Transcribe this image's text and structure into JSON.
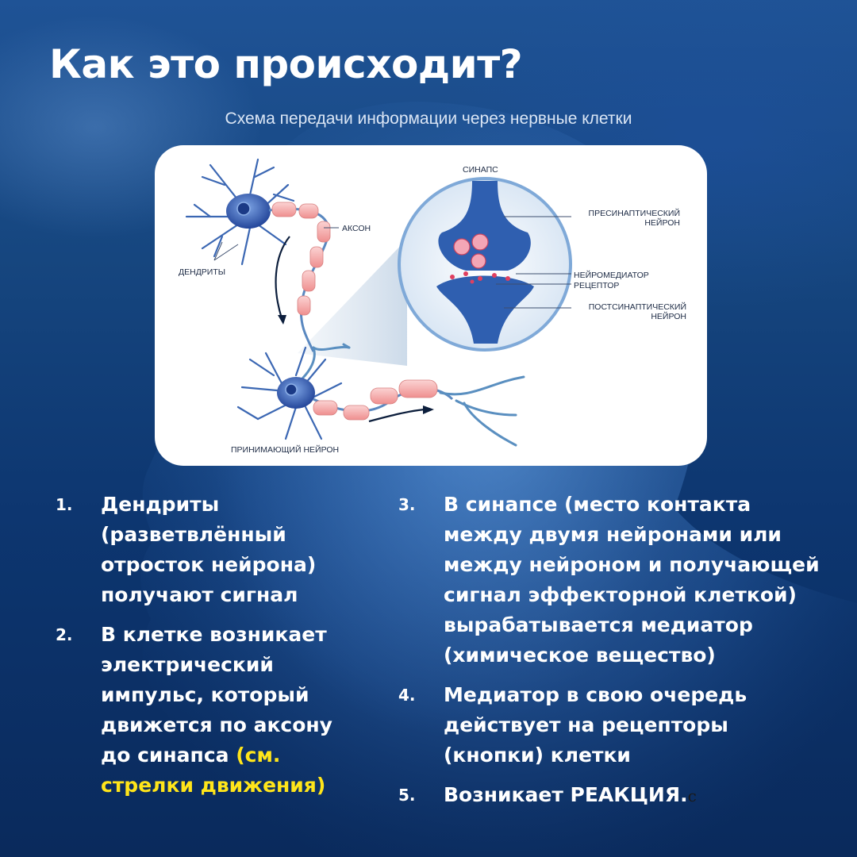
{
  "title": "Как это происходит?",
  "subtitle": "Схема передачи информации через нервные клетки",
  "diagram": {
    "labels": {
      "synapse": "СИНАПС",
      "axon": "АКСОН",
      "dendrites": "ДЕНДРИТЫ",
      "presynaptic_1": "ПРЕСИНАПТИЧЕСКИЙ",
      "presynaptic_2": "НЕЙРОН",
      "neurotransmitter": "НЕЙРОМЕДИАТОР",
      "receptor": "РЕЦЕПТОР",
      "postsynaptic_1": "ПОСТСИНАПТИЧЕСКИЙ",
      "postsynaptic_2": "НЕЙРОН",
      "receiving_neuron": "ПРИНИМАЮЩИЙ НЕЙРОН"
    }
  },
  "steps_left": [
    {
      "num": "1.",
      "text": "Дендриты (разветвлённый отросток нейрона) получают сигнал"
    },
    {
      "num": "2.",
      "text": "В клетке возникает электрический импульс, который движется по аксону до синапса ",
      "highlight": "(см. стрелки движения)"
    }
  ],
  "steps_right": [
    {
      "num": "3.",
      "text": "В синапсе (место контакта между двумя нейронами или между нейроном и получающей сигнал эффекторной клеткой) вырабатывается медиатор (химическое вещество)"
    },
    {
      "num": "4.",
      "text": "Медиатор в свою очередь действует на рецепторы (кнопки) клетки"
    },
    {
      "num": "5.",
      "text": "Возникает РЕАКЦИЯ.",
      "suffix": "с"
    }
  ],
  "colors": {
    "highlight": "#ffe51a",
    "neuron": "#2f5fb0",
    "myelin": "#f6a9a9",
    "synapse_ring": "#7fa9d8"
  }
}
